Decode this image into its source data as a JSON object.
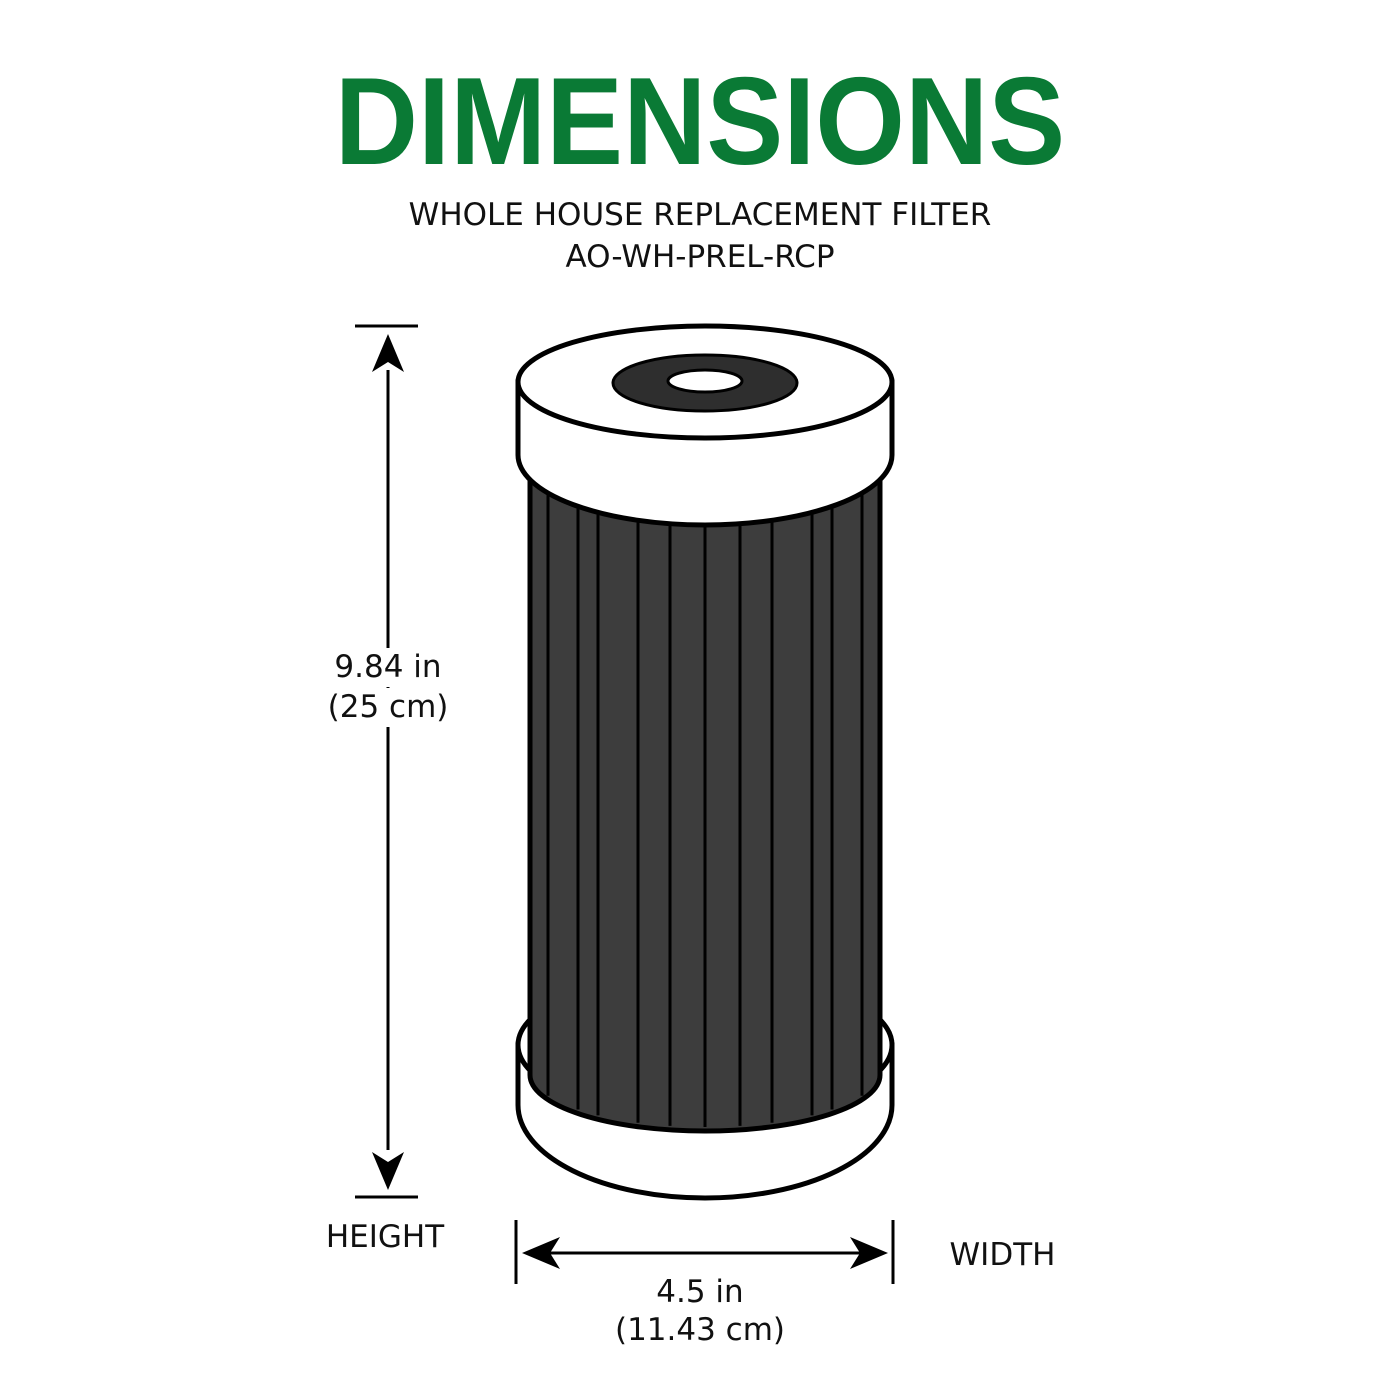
{
  "title": "DIMENSIONS",
  "subtitle_line1": "WHOLE HOUSE REPLACEMENT FILTER",
  "subtitle_line2": "AO-WH-PREL-RCP",
  "height": {
    "label": "HEIGHT",
    "value_in": "9.84 in",
    "value_cm": "(25 cm)"
  },
  "width": {
    "label": "WIDTH",
    "value_in": "4.5 in",
    "value_cm": "(11.43 cm)"
  },
  "colors": {
    "title": "#0a7a35",
    "outline": "#000000",
    "filter_body": "#3d3d3d",
    "cap": "#ffffff",
    "gasket": "#2e2e2e"
  }
}
